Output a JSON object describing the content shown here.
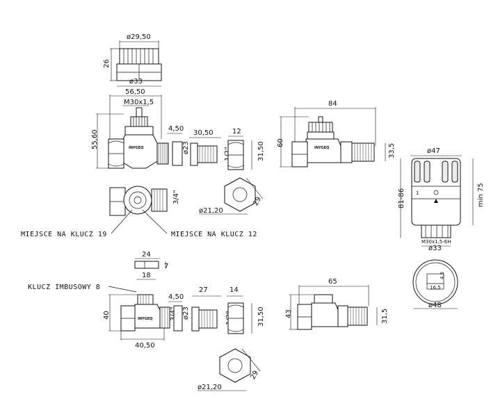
{
  "dims": {
    "knob_dia": "ø29,50",
    "knob_h": "26",
    "knob_base": "ø33",
    "tv_width": "56,50",
    "tv_thread": "M30x1,5",
    "tv_height": "55,60",
    "tv_gap": "4,50",
    "tv_seal": "ø23",
    "tv_nipple_len": "30,50",
    "tv_nut_w": "12",
    "tv_half": "1/2\"",
    "tv_nut_h": "31,50",
    "top_side_3_4": "3/4\"",
    "hex_a_dia": "ø21,20",
    "hex_a_flat": "29",
    "av_width": "84",
    "av_height": "60",
    "av_right": "33,5",
    "th_dia": "ø47",
    "th_height": "81-86",
    "th_min": "min 75",
    "th_thread": "M30x1,5-6H",
    "th_base": "ø33",
    "th_bottom_dia": "ø48",
    "th_small_a": "16,5",
    "th_small_b": "4,5",
    "cap_w": "24",
    "cap_h": "7",
    "cap_inner": "18",
    "lv_height": "40",
    "lv_3_4": "3/4\"",
    "lv_seal": "ø23",
    "lv_gap": "4,50",
    "lv_nipple_len": "27",
    "lv_nut_w": "14",
    "lv_half": "1/2\"",
    "lv_nut_h": "31,50",
    "lv_width": "40,50",
    "hex_b_dia": "ø21,20",
    "hex_b_flat": "29",
    "av2_width": "65",
    "av2_height": "43",
    "av2_right": "31,5"
  },
  "labels": {
    "key19": "MIEJSCE NA KLUCZ 19",
    "key12": "MIEJSCE NA KLUCZ 12",
    "hex_key": "KLUCZ IMBUSOWY 8",
    "brand": "INYGEQ"
  }
}
